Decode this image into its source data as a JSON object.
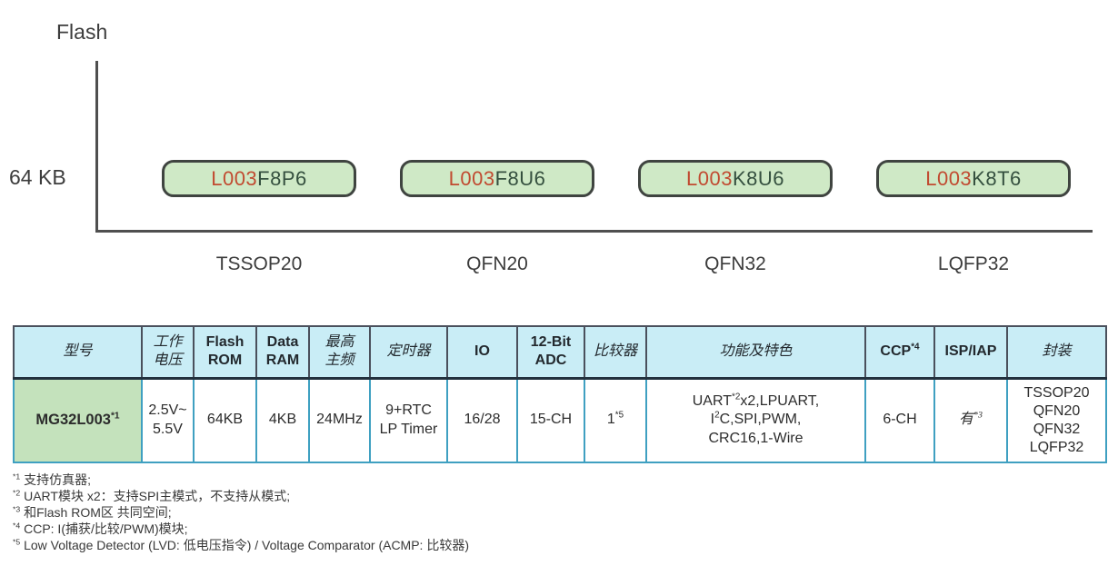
{
  "chart": {
    "y_axis_title": "Flash",
    "y_tick_label": "64 KB",
    "boxes": [
      {
        "prefix": "L003",
        "suffix": "F8P6",
        "package": "TSSOP20"
      },
      {
        "prefix": "L003",
        "suffix": "F8U6",
        "package": "QFN20"
      },
      {
        "prefix": "L003",
        "suffix": "K8U6",
        "package": "QFN32"
      },
      {
        "prefix": "L003",
        "suffix": "K8T6",
        "package": "LQFP32"
      }
    ],
    "colors": {
      "box_fill": "#cfe9c6",
      "box_border": "#3f4440",
      "part_prefix": "#c14a30",
      "part_suffix": "#35503f",
      "axis": "#4f4f4f"
    }
  },
  "table": {
    "headers": [
      "型号",
      "工作\n电压",
      "Flash\nROM",
      "Data\nRAM",
      "最高\n主频",
      "定时器",
      "IO",
      "12-Bit\nADC",
      "比较器",
      "功能及特色",
      "CCP^{*4}",
      "ISP/IAP",
      "封装"
    ],
    "row": [
      "MG32L003^{*1}",
      "2.5V~\n5.5V",
      "64KB",
      "4KB",
      "24MHz",
      "9+RTC\nLP Timer",
      "16/28",
      "15-CH",
      "1^{*5}",
      "UART^{*2}x2,LPUART,\nI^{2}C,SPI,PWM,\nCRC16,1-Wire",
      "6-CH",
      "有^{*3}",
      "TSSOP20\nQFN20\nQFN32\nLQFP32"
    ],
    "colors": {
      "header_bg": "#c9edf6",
      "header_border": "#4a505c",
      "data_border": "#3fa0c1",
      "model_cell_bg": "#c4e2bc"
    }
  },
  "footnotes": [
    "^{*1} 支持仿真器;",
    "^{*2} UART模块 x2：支持SPI主模式，不支持从模式;",
    "^{*3} 和Flash ROM区 共同空间;",
    "^{*4} CCP: I(捕获/比较/PWM)模块;",
    "^{*5} Low Voltage Detector (LVD: 低电压指令) / Voltage Comparator (ACMP: 比较器)"
  ]
}
